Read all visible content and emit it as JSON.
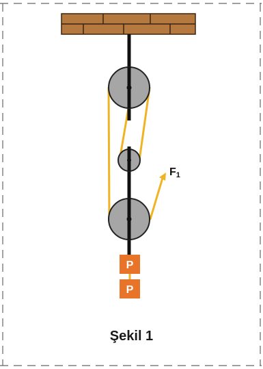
{
  "figure": {
    "caption": "Şekil 1",
    "force_label": "F",
    "force_subscript": "1",
    "weight_labels": [
      "P",
      "P"
    ],
    "colors": {
      "rope": "#f0b323",
      "rod": "#111111",
      "pulley": "#a6a6a6",
      "pulley_outline": "#222222",
      "ceiling_brick": "#b5793f",
      "ceiling_mortar": "#3a2414",
      "weight_fill": "#e8742a",
      "weight_text": "#ffffff",
      "border_dash": "#666666"
    }
  }
}
